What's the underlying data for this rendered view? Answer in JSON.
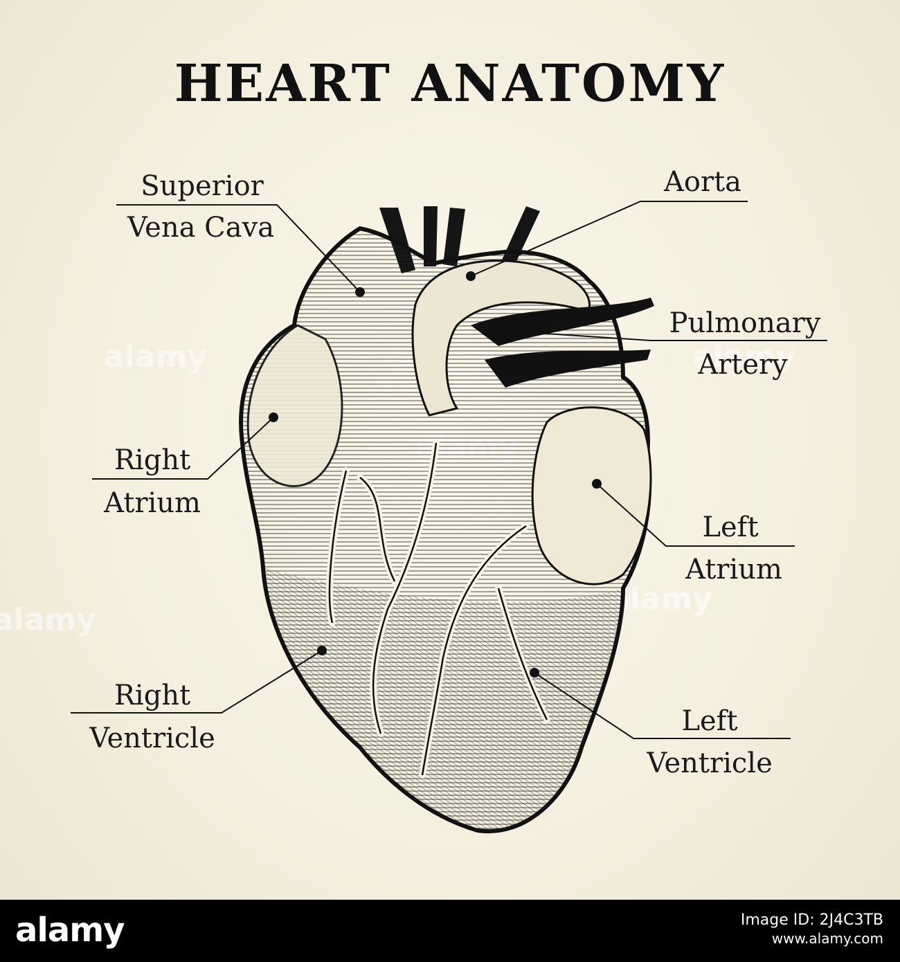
{
  "title": "HEART ANATOMY",
  "labels": {
    "svc_1": "Superior",
    "svc_2": "Vena Cava",
    "aorta": "Aorta",
    "pa_1": "Pulmonary",
    "pa_2": "Artery",
    "ra_1": "Right",
    "ra_2": "Atrium",
    "la_1": "Left",
    "la_2": "Atrium",
    "rv_1": "Right",
    "rv_2": "Ventricle",
    "lv_1": "Left",
    "lv_2": "Ventricle"
  },
  "watermark": "alamy",
  "footer": {
    "logo": "alamy",
    "image_id_line": "Image ID: 2J4C3TB",
    "site": "www.alamy.com"
  },
  "colors": {
    "ink": "#111111",
    "background": "#f3eedd"
  }
}
